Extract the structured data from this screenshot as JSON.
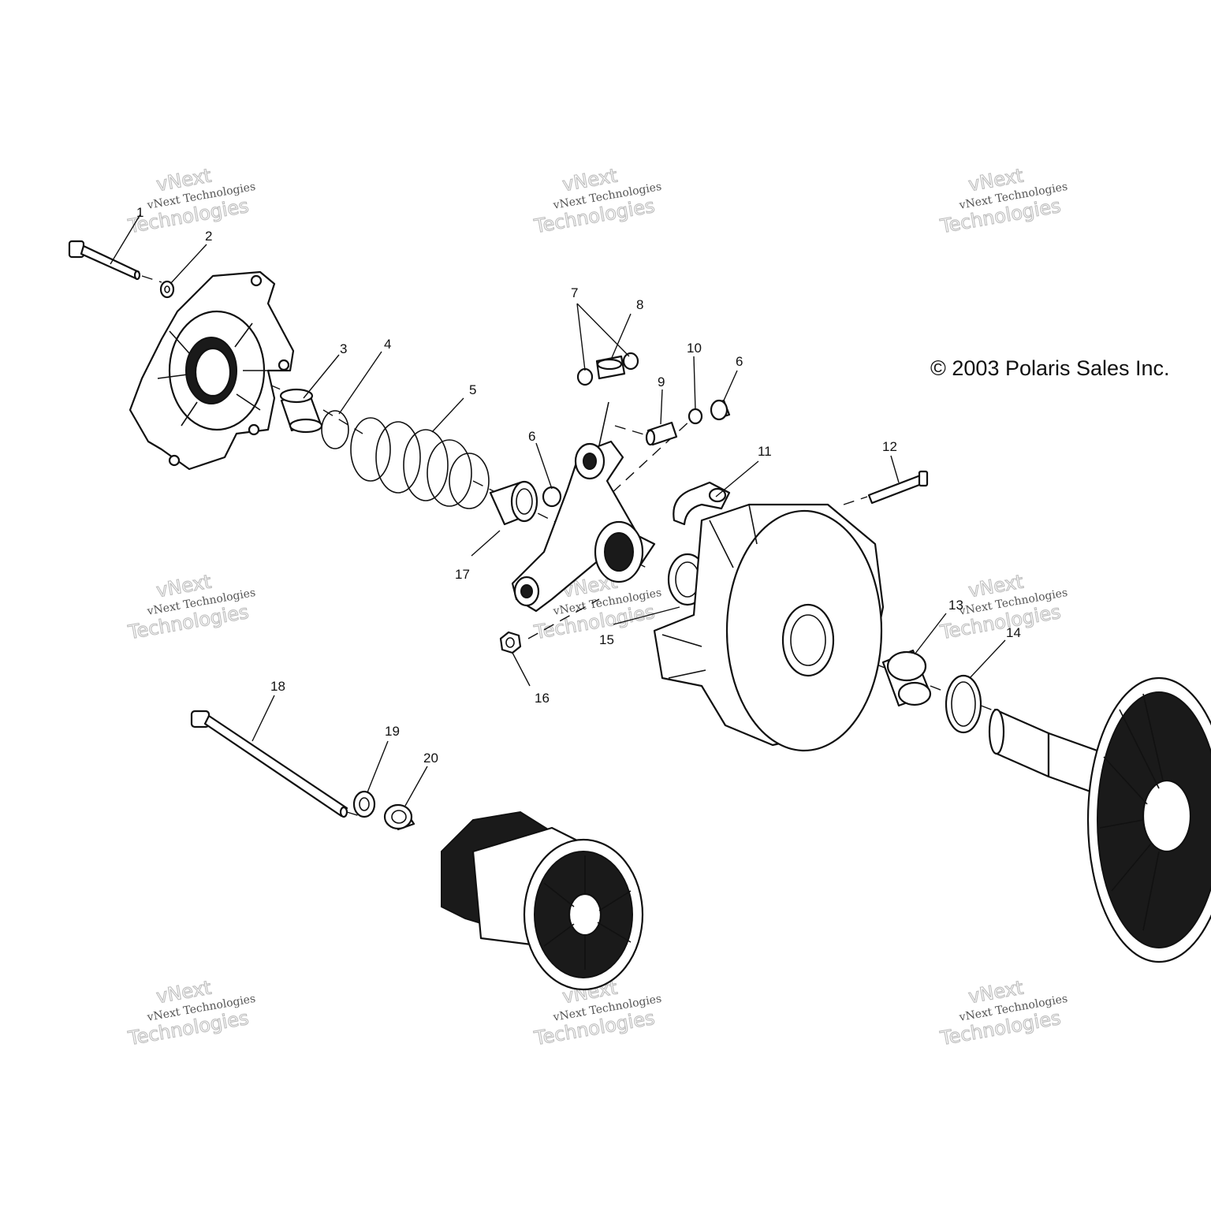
{
  "copyright": "© 2003 Polaris Sales Inc.",
  "watermark": {
    "line1": "vNext",
    "line2": "vNext Technologies",
    "line3": "Technologies"
  },
  "callouts": [
    "1",
    "2",
    "3",
    "4",
    "5",
    "6",
    "7",
    "8",
    "9",
    "10",
    "6",
    "11",
    "12",
    "13",
    "14",
    "15",
    "16",
    "17",
    "18",
    "19",
    "20"
  ]
}
